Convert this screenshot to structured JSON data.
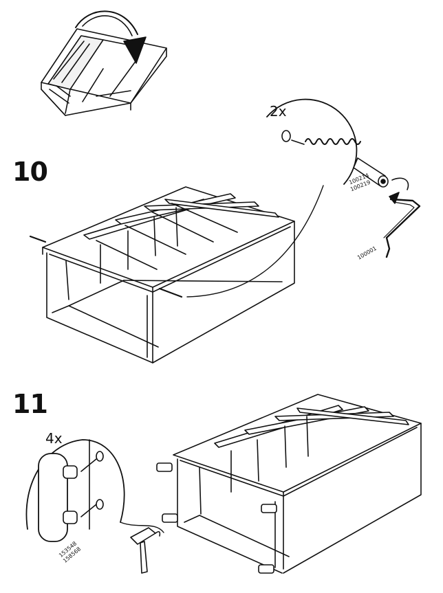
{
  "steps": {
    "step10": {
      "number": "10",
      "quantity": "2x",
      "parts": [
        "100214",
        "100219"
      ],
      "tool": "100001"
    },
    "step11": {
      "number": "11",
      "quantity": "4x",
      "parts": [
        "153548",
        "158568"
      ]
    }
  },
  "icons": [
    "rotate-arrow-icon",
    "cam-lock-dowel-icon",
    "allen-key-icon",
    "hammer-icon",
    "plastic-foot-icon"
  ],
  "colors": {
    "line": "#111111",
    "fill": "#ffffff",
    "shade": "#e8e8e8"
  }
}
